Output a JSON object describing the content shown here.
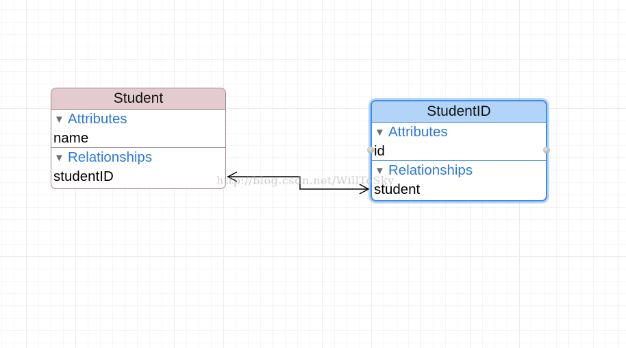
{
  "entities": [
    {
      "name": "Student",
      "sections": [
        {
          "label": "Attributes",
          "items": [
            "name"
          ]
        },
        {
          "label": "Relationships",
          "items": [
            "studentID"
          ]
        }
      ]
    },
    {
      "name": "StudentID",
      "sections": [
        {
          "label": "Attributes",
          "items": [
            "id"
          ]
        },
        {
          "label": "Relationships",
          "items": [
            "student"
          ]
        }
      ]
    }
  ],
  "relationships": [
    {
      "from": "Student.studentID",
      "to": "StudentID.student"
    }
  ],
  "watermark": "http://blog.csdn.net/WillToSky",
  "colors": {
    "student_header": "#e4cbcf",
    "student_border": "#9b8286",
    "selected_header": "#b1d4f8",
    "selected_border": "#3f8be6",
    "section_label": "#2a78dc"
  },
  "selected_entity": "StudentID"
}
